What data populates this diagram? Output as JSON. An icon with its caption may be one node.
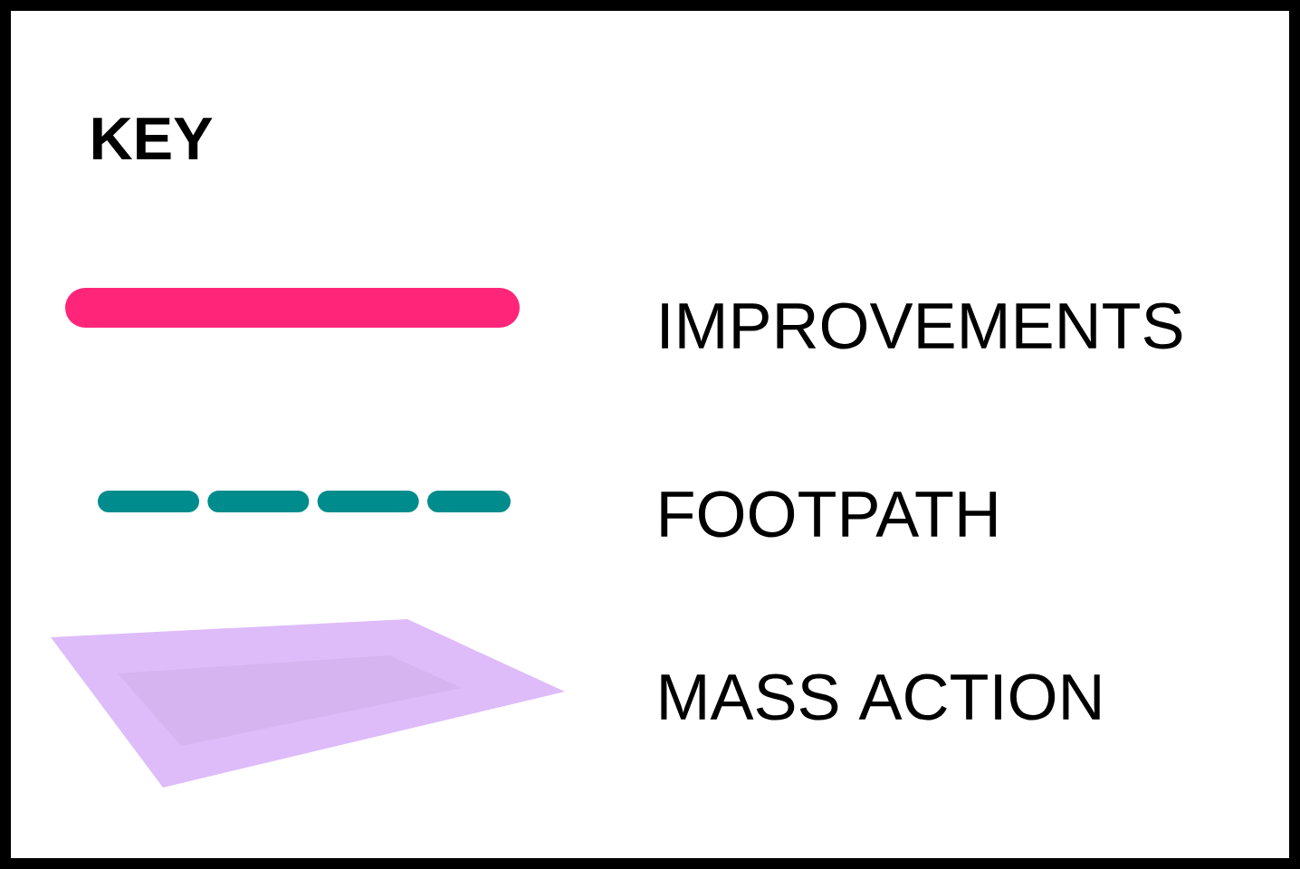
{
  "diagram": {
    "title": "KEY",
    "legend": [
      {
        "text": "IMPROVEMENTS"
      },
      {
        "text": "FOOTPATH"
      },
      {
        "text": "MASS ACTION"
      }
    ]
  }
}
